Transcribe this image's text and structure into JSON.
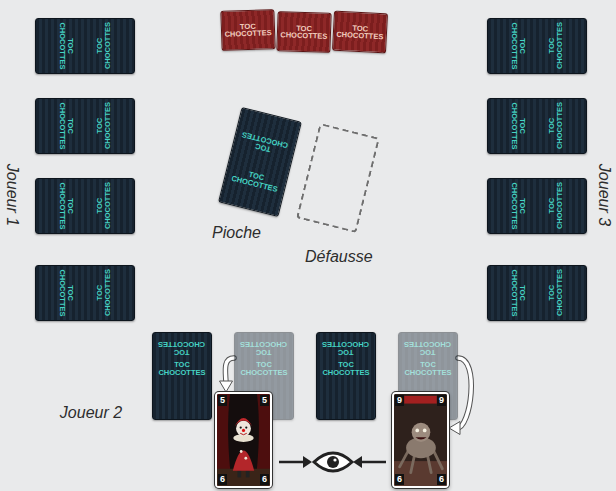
{
  "diagram": {
    "nodes": [
      {
        "text": [
          "TOC CHOCOTTES"
        ]
      },
      {
        "text": [
          "TOC CHOCOTTES"
        ]
      },
      {
        "text": [
          "TOC CHOCOTTES"
        ]
      },
      {
        "text": [
          "TOC CHOCOTTES",
          "TOC CHOCOTTES"
        ]
      },
      {
        "text": [
          "TOC CHOCOTTES",
          "TOC CHOCOTTES"
        ]
      },
      {
        "text": [
          "TOC CHOCOTTES",
          "TOC CHOCOTTES"
        ]
      },
      {
        "text": [
          "TOC CHOCOTTES",
          "TOC CHOCOTTES"
        ]
      },
      {
        "text": [
          "TOC CHOCOTTES",
          "TOC CHOCOTTES"
        ]
      },
      {
        "text": [
          "TOC CHOCOTTES",
          "TOC CHOCOTTES"
        ]
      },
      {
        "text": [
          "TOC CHOCOTTES",
          "TOC CHOCOTTES"
        ]
      },
      {
        "text": [
          "TOC CHOCOTTES",
          "TOC CHOCOTTES"
        ]
      },
      {
        "text": [
          "TOC CHOCOTTES",
          "TOC CHOCOTTES",
          "Pioche"
        ]
      },
      {
        "text": [
          "Défausse"
        ]
      },
      {
        "text": [
          "TOC CHOCOTTES",
          "TOC CHOCOTTES"
        ]
      },
      {
        "text": [
          "TOC CHOCOTTES",
          "TOC CHOCOTTES"
        ]
      },
      {
        "text": [
          "TOC CHOCOTTES",
          "TOC CHOCOTTES"
        ]
      },
      {
        "text": [
          "TOC CHOCOTTES",
          "TOC CHOCOTTES"
        ]
      },
      {
        "text": [
          "5",
          "5",
          "6",
          "6"
        ]
      },
      {
        "text": [
          "9",
          "9",
          "6",
          "6"
        ]
      }
    ],
    "edges": [
      {
        "from": 14,
        "to": 17,
        "arrow": "to"
      },
      {
        "from": 16,
        "to": 18,
        "arrow": "to"
      }
    ],
    "labels": [
      "Joueur 1",
      "Joueur 3",
      "Joueur 2"
    ]
  }
}
